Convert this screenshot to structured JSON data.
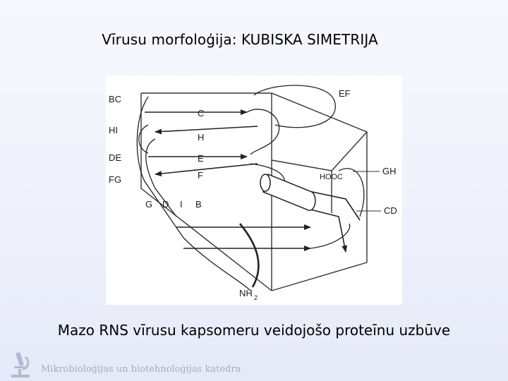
{
  "slide": {
    "title": "Vīrusu morfoloģija: KUBISKA SIMETRIJA",
    "caption": "Mazo RNS vīrusu kapsomeru veidojošo proteīnu uzbūve"
  },
  "diagram": {
    "left_labels": [
      "BC",
      "HI",
      "DE",
      "FG"
    ],
    "strand_labels": [
      "C",
      "H",
      "E",
      "F"
    ],
    "bottom_labels": [
      "G",
      "D",
      "I",
      "B"
    ],
    "right_labels": [
      "EF",
      "GH",
      "CD"
    ],
    "terminus_c": "HOOC",
    "terminus_n": "NH",
    "terminus_n_sub": "2"
  },
  "footer": {
    "institution": "Mikrobioloģijas un biotehnoloģijas katedra",
    "logo_icon": "microscope-icon"
  }
}
